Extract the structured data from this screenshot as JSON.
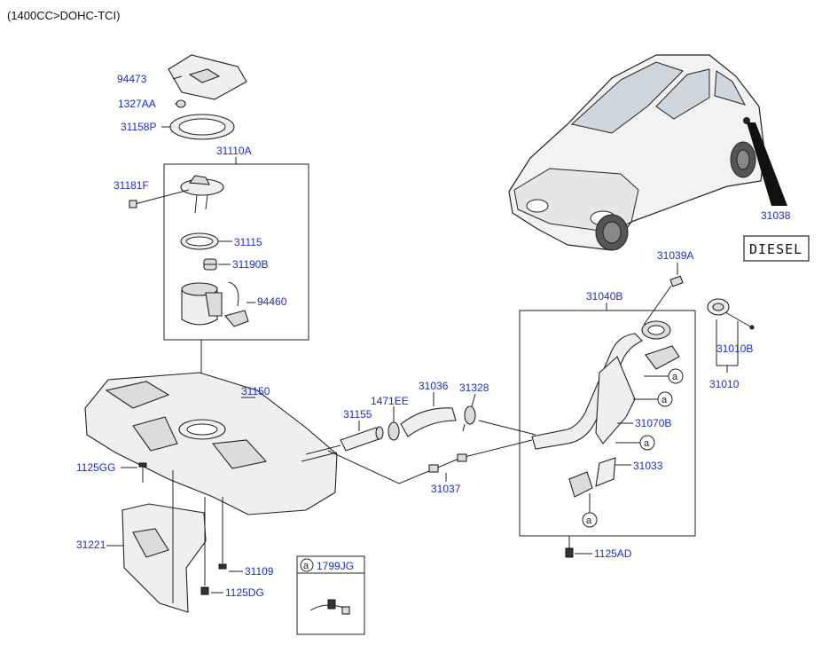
{
  "header": {
    "title": "(1400CC>DOHC-TCI)"
  },
  "parts": {
    "p94473": "94473",
    "p1327AA": "1327AA",
    "p31158P": "31158P",
    "p31110A": "31110A",
    "p31181F": "31181F",
    "p31115": "31115",
    "p31190B": "31190B",
    "p94460": "94460",
    "p31150": "31150",
    "p1125GG": "1125GG",
    "p31221": "31221",
    "p31109": "31109",
    "p1125DG": "1125DG",
    "p31155": "31155",
    "p1471EE": "1471EE",
    "p31036": "31036",
    "p31328": "31328",
    "p31037": "31037",
    "p31040B": "31040B",
    "p31039A": "31039A",
    "p31038": "31038",
    "p31010B": "31010B",
    "p31010": "31010",
    "p31070B": "31070B",
    "p31033": "31033",
    "p1125AD": "1125AD",
    "p1799JG": "1799JG"
  },
  "callout_letter": "a",
  "badge_text": "DIESEL"
}
